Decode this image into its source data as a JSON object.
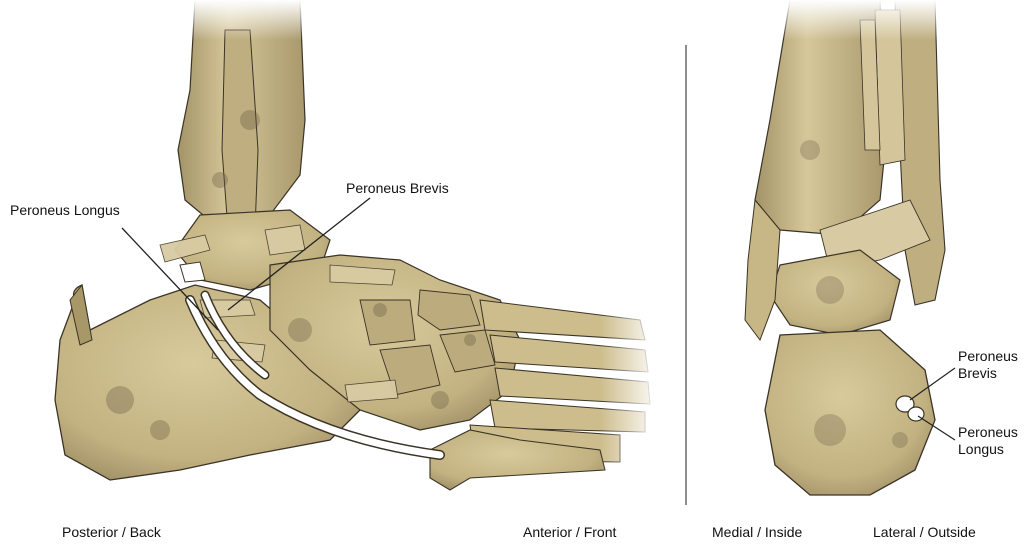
{
  "lateral_view": {
    "labels": {
      "peroneus_longus": "Peroneus Longus",
      "peroneus_brevis": "Peroneus Brevis"
    },
    "orientation": {
      "posterior": "Posterior / Back",
      "anterior": "Anterior / Front"
    }
  },
  "posterior_view": {
    "labels": {
      "peroneus_brevis_line1": "Peroneus",
      "peroneus_brevis_line2": "Brevis",
      "peroneus_longus_line1": "Peroneus",
      "peroneus_longus_line2": "Longus"
    },
    "orientation": {
      "medial": "Medial / Inside",
      "lateral": "Lateral / Outside"
    }
  },
  "colors": {
    "bone": "#cdbd8c",
    "bone_shadow": "#8f8060",
    "bone_dark": "#6b5d44",
    "tendon": "#ffffff",
    "outline": "#3a3326",
    "divider": "#444444"
  }
}
